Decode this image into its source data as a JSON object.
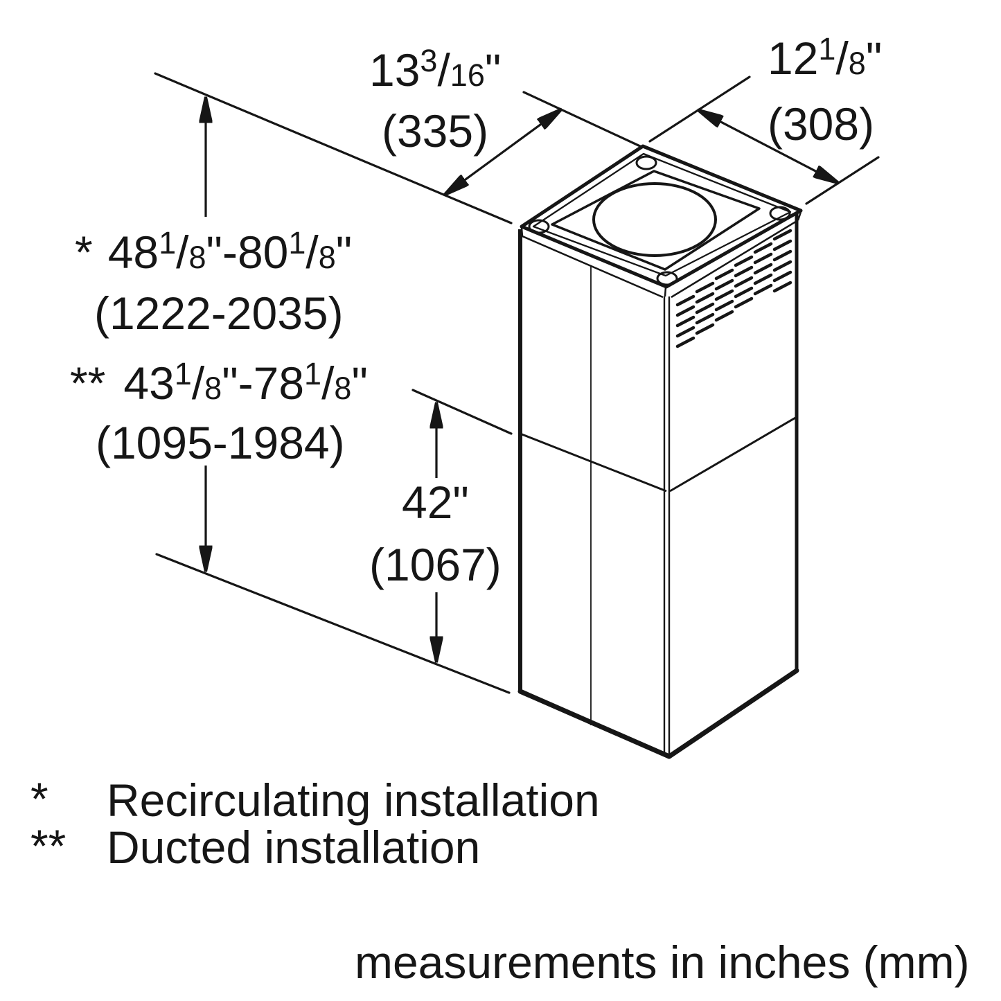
{
  "diagram": {
    "title_hint": "flue duct chimney extension dimension drawing",
    "ink_color": "#161616",
    "background_color": "#ffffff",
    "dim_top_depth": {
      "num": "13",
      "sup": "3",
      "slash": "/",
      "den": "16",
      "unit": "\"",
      "metric": "(335)"
    },
    "dim_top_width": {
      "num": "12",
      "sup": "1",
      "slash": "/",
      "den": "8",
      "unit": "\"",
      "metric": "(308)"
    },
    "dim_height_recirculating": {
      "mark": "*",
      "num1": "48",
      "sup1": "1",
      "slash1": "/",
      "den1": "8",
      "joiner": "\"-",
      "num2": "80",
      "sup2": "1",
      "slash2": "/",
      "den2": "8",
      "unit": "\"",
      "metric": "(1222-2035)"
    },
    "dim_height_ducted": {
      "mark": "**",
      "num1": "43",
      "sup1": "1",
      "slash1": "/",
      "den1": "8",
      "joiner": "\"-",
      "num2": "78",
      "sup2": "1",
      "slash2": "/",
      "den2": "8",
      "unit": "\"",
      "metric": "(1095-1984)"
    },
    "dim_lower_section": {
      "num": "42",
      "unit": "\"",
      "metric": "(1067)"
    },
    "legend": [
      {
        "mark": "*",
        "label": "Recirculating installation"
      },
      {
        "mark": "**",
        "label": "Ducted installation"
      }
    ],
    "footer_note": "measurements in inches (mm)"
  }
}
